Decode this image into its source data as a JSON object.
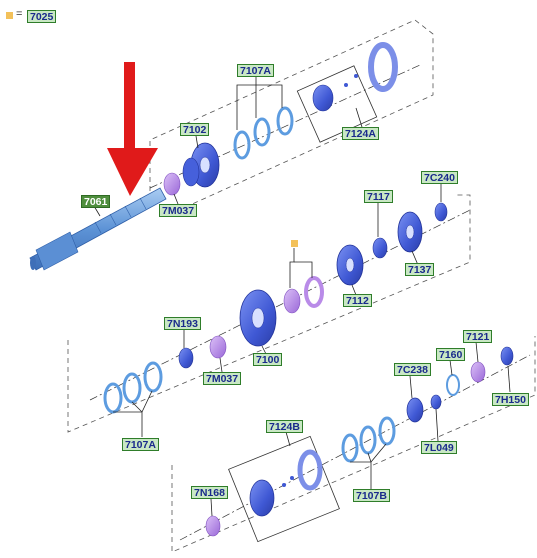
{
  "legend": {
    "equals": "=",
    "part": "7025"
  },
  "parts": {
    "p7061": "7061",
    "p7M037_top": "7M037",
    "p7102": "7102",
    "p7107A_top": "7107A",
    "p7124A": "7124A",
    "p7C240": "7C240",
    "p7117": "7117",
    "p7137": "7137",
    "p7112": "7112",
    "p7N193": "7N193",
    "p7M037_mid": "7M037",
    "p7100": "7100",
    "p7107A_bot": "7107A",
    "p7C238": "7C238",
    "p7160": "7160",
    "p7121": "7121",
    "p7H150": "7H150",
    "p7L049": "7L049",
    "p7124B": "7124B",
    "p7107B": "7107B",
    "p7N168": "7N168"
  },
  "colors": {
    "gear": "#4a66e0",
    "gear_dark": "#2b3fb0",
    "purple": "#b98be8",
    "shaft": "#6fa6e0",
    "ring": "#7bb4e8",
    "arrow": "#e01a1a",
    "label_bg": "#c9e8c4",
    "label_border": "#2f7d2a",
    "marker": "#f3c15a"
  }
}
